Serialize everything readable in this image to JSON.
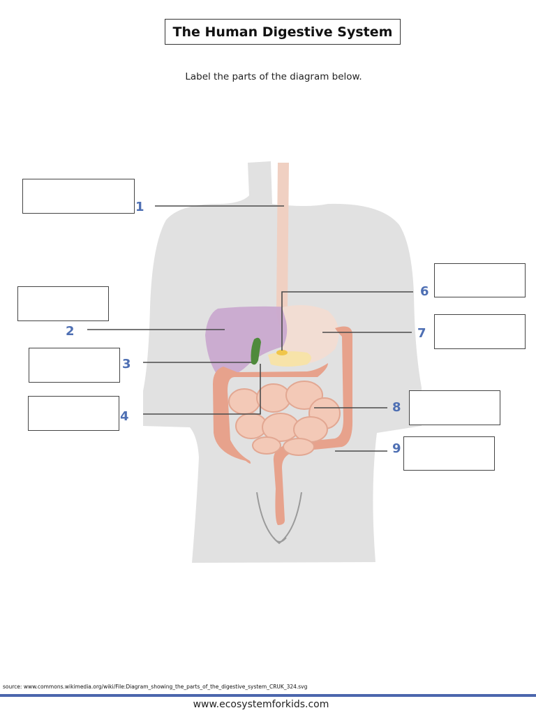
{
  "title": "The Human Digestive System",
  "instruction": "Label the parts of the diagram below.",
  "labels": [
    {
      "number": "1",
      "part": "esophagus"
    },
    {
      "number": "2",
      "part": "liver"
    },
    {
      "number": "3",
      "part": "gallbladder"
    },
    {
      "number": "4",
      "part": "duodenum"
    },
    {
      "number": "6",
      "part": "pancreas"
    },
    {
      "number": "7",
      "part": "stomach"
    },
    {
      "number": "8",
      "part": "small intestine"
    },
    {
      "number": "9",
      "part": "large intestine"
    }
  ],
  "source_text": "source: www.commons.wikimedia.org/wiki/File:Diagram_showing_the_parts_of_the_digestive_system_CRUK_324.svg",
  "footer": "www.ecosystemforkids.com",
  "colors": {
    "body_silhouette": "#e1e1e1",
    "liver": "#c9a9cf",
    "stomach": "#f2ddd3",
    "intestine": "#e7a28c",
    "small_intestine": "#f3c9b7",
    "gallbladder": "#4f8a3c",
    "pancreas": "#f0c64a",
    "leader_line": "#4a4a4a",
    "number_color": "#4e6fb3",
    "footer_rule": "#4b66ad"
  }
}
